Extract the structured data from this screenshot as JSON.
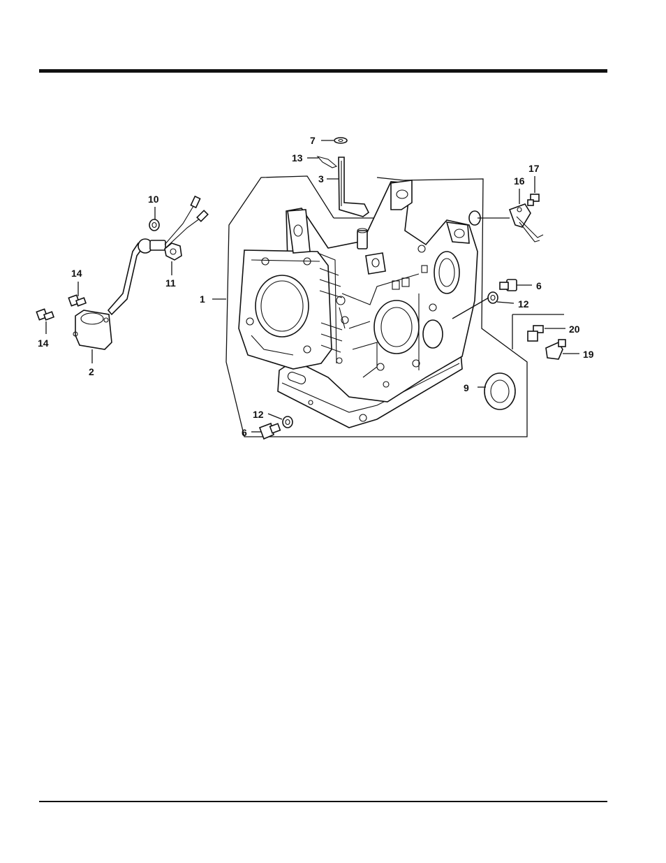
{
  "callouts": {
    "c1": "1",
    "c2": "2",
    "c3": "3",
    "c6a": "6",
    "c6b": "6",
    "c7": "7",
    "c9": "9",
    "c10": "10",
    "c11": "11",
    "c12a": "12",
    "c12b": "12",
    "c13": "13",
    "c14a": "14",
    "c14b": "14",
    "c16": "16",
    "c17": "17",
    "c19": "19",
    "c20": "20"
  }
}
